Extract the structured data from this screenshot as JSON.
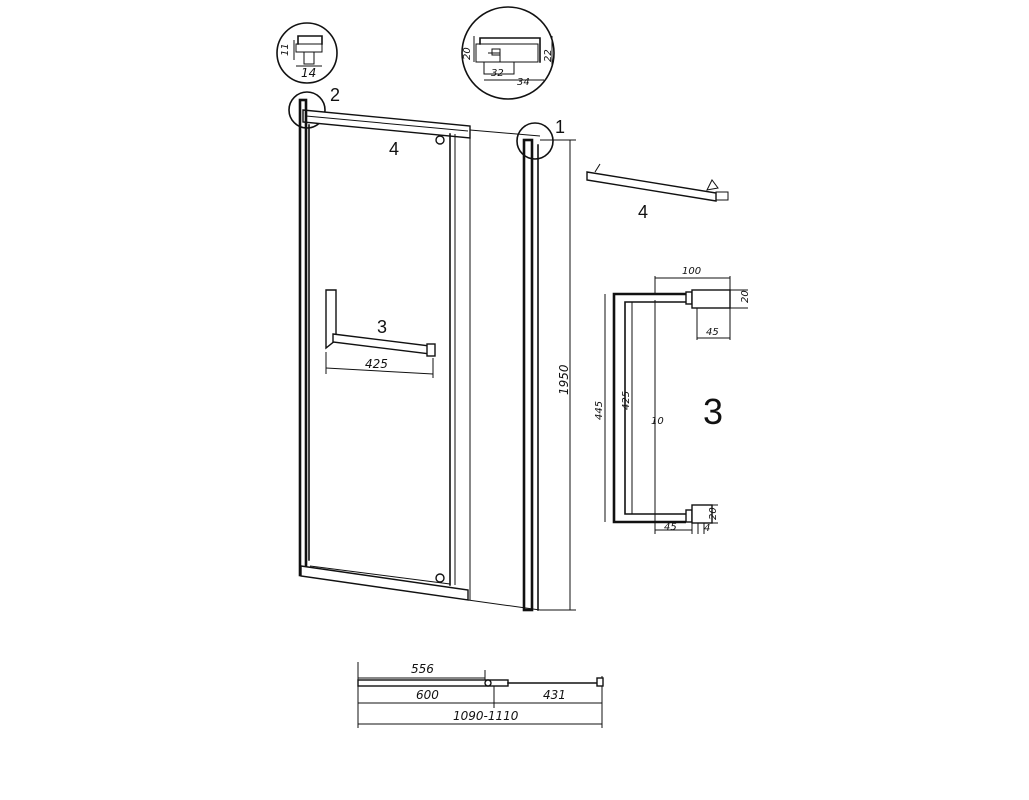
{
  "callouts": {
    "detail_1": "1",
    "detail_2": "2",
    "part_3": "3",
    "part_4": "4",
    "part_3_side": "3",
    "part_4_side": "4"
  },
  "detail_1_dims": {
    "a": "20",
    "b": "22",
    "c": "32",
    "d": "34"
  },
  "detail_2_dims": {
    "a": "11",
    "b": "14"
  },
  "handle_dims": {
    "width": "100",
    "depth_top": "20",
    "offset_top": "45",
    "overall_height": "445",
    "inner_height": "425",
    "bar": "10",
    "depth_bottom": "20",
    "offset_bottom": "45",
    "thickness": "4"
  },
  "door_dims": {
    "height": "1950",
    "handle_length": "425"
  },
  "plan_dims": {
    "opening": "556",
    "door": "600",
    "fixed": "431",
    "total": "1090-1110"
  }
}
